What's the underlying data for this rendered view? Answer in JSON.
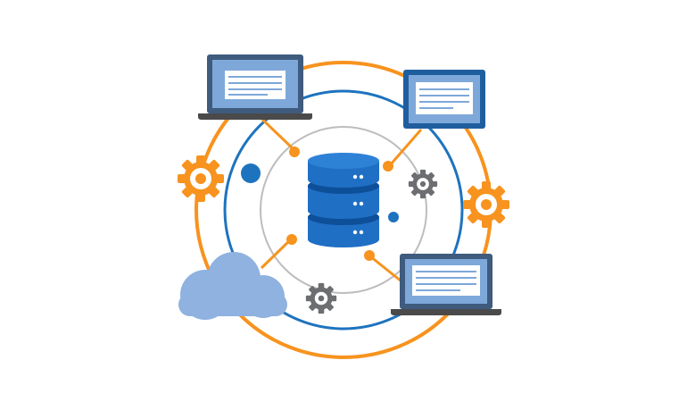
{
  "diagram": {
    "kind": "illustration",
    "center": {
      "icon": "database-icon",
      "tiers": 3
    },
    "devices": [
      {
        "icon": "laptop-icon",
        "position": "top-left"
      },
      {
        "icon": "monitor-icon",
        "position": "top-right"
      },
      {
        "icon": "laptop-icon",
        "position": "bottom-right"
      }
    ],
    "cloud": {
      "icon": "cloud-icon",
      "position": "bottom-left"
    },
    "gears": [
      {
        "icon": "gear-icon",
        "color": "orange",
        "position": "left"
      },
      {
        "icon": "gear-icon",
        "color": "orange",
        "position": "right"
      },
      {
        "icon": "gear-icon",
        "color": "gray",
        "position": "inner-right"
      },
      {
        "icon": "gear-icon",
        "color": "gray",
        "position": "inner-bottom"
      }
    ],
    "rings": [
      "orange-outer",
      "blue-middle",
      "gray-inner"
    ]
  },
  "colors": {
    "orange": "#F7931E",
    "blue": "#1E73BE",
    "db_blue": "#1F6FC5",
    "db_dark": "#0E4F99",
    "gray_ring": "#BDBDBD",
    "gray_gear": "#6D6E71",
    "screen_frame": "#3F5B7E",
    "screen_fill": "#7EA8DA",
    "laptop_base": "#4A4A4A",
    "cloud": "#8FB2E0"
  }
}
